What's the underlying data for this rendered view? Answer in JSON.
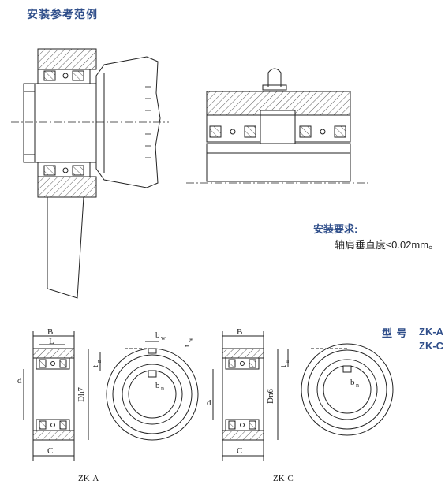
{
  "header": {
    "title": "安装参考范例"
  },
  "requirements": {
    "title": "安装要求:",
    "text": "轴肩垂直度≤0.02mm。"
  },
  "model": {
    "label": "型  号",
    "a": "ZK-A",
    "c": "ZK-C"
  },
  "dimensions": {
    "B": "B",
    "L": "L",
    "C": "C",
    "d": "d",
    "Dh7": "Dh7",
    "Dn6": "Dn6",
    "b": "b",
    "w": "w",
    "t": "t",
    "n": "n"
  },
  "captions": {
    "a": "ZK-A",
    "c": "ZK-C"
  }
}
